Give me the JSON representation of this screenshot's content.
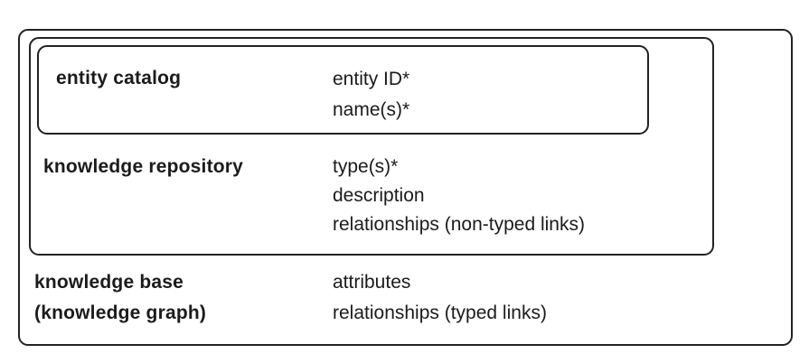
{
  "diagram": {
    "colors": {
      "background": "#ffffff",
      "border": "#222222",
      "text": "#1b1b1b"
    },
    "layers": [
      {
        "name": "entity-catalog",
        "label": "entity catalog",
        "items": [
          "entity ID*",
          "name(s)*"
        ]
      },
      {
        "name": "knowledge-repository",
        "label": "knowledge repository",
        "items": [
          "type(s)*",
          "description",
          "relationships (non-typed links)"
        ]
      },
      {
        "name": "knowledge-base",
        "label_line1": "knowledge base",
        "label_line2": "(knowledge graph)",
        "items": [
          "attributes",
          "relationships (typed links)"
        ]
      }
    ]
  }
}
